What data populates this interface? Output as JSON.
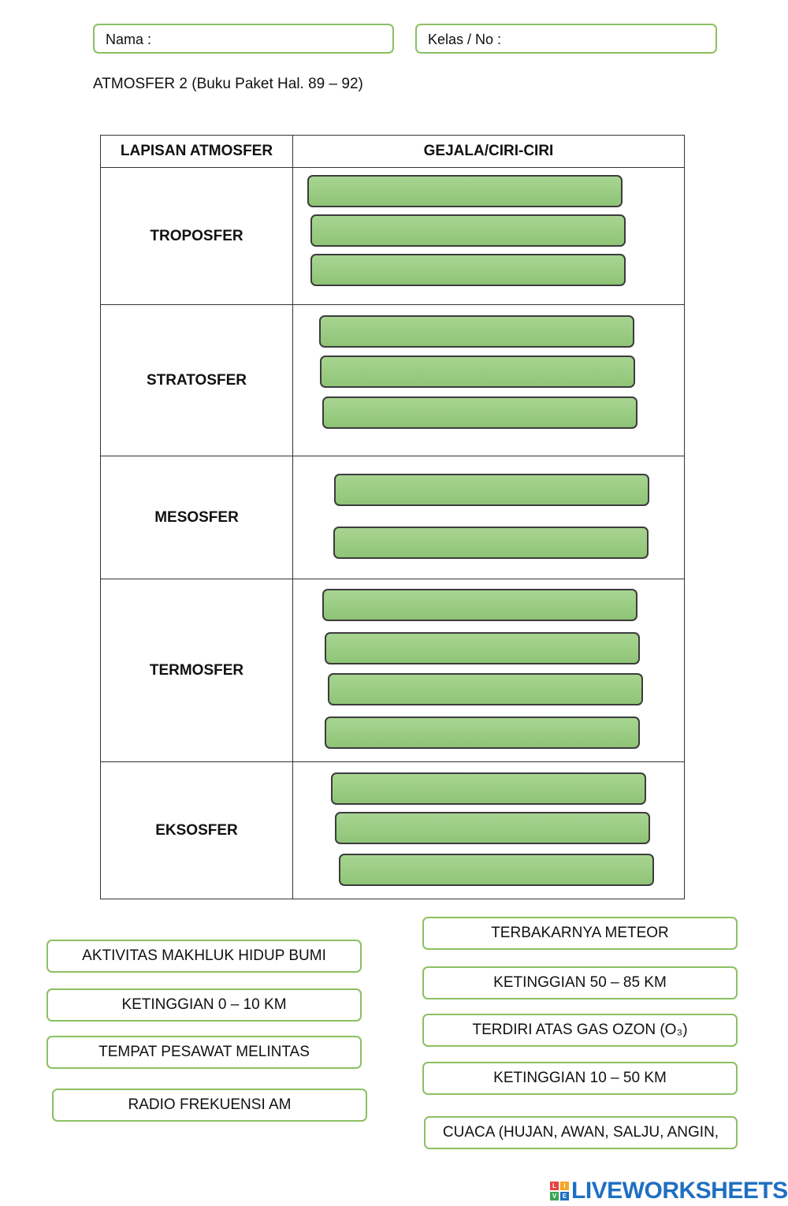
{
  "header": {
    "name_label": "Nama :",
    "class_label": "Kelas / No :"
  },
  "subtitle": "ATMOSFER 2 (Buku Paket Hal. 89 – 92)",
  "table": {
    "col1_header": "LAPISAN ATMOSFER",
    "col2_header": "GEJALA/CIRI-CIRI",
    "rows": [
      {
        "layer": "TROPOSFER",
        "slots": 3
      },
      {
        "layer": "STRATOSFER",
        "slots": 3
      },
      {
        "layer": "MESOSFER",
        "slots": 2
      },
      {
        "layer": "TERMOSFER",
        "slots": 4
      },
      {
        "layer": "EKSOSFER",
        "slots": 3
      }
    ]
  },
  "answers_left": [
    "AKTIVITAS MAKHLUK HIDUP BUMI",
    "KETINGGIAN 0 – 10 KM",
    "TEMPAT PESAWAT MELINTAS",
    "RADIO FREKUENSI AM"
  ],
  "answers_right": [
    "TERBAKARNYA METEOR",
    "KETINGGIAN 50 – 85 KM",
    "TERDIRI ATAS GAS OZON (O₃)",
    "KETINGGIAN 10 – 50 KM",
    "CUACA (HUJAN, AWAN, SALJU, ANGIN,"
  ],
  "logo": {
    "icon_letters": [
      "L",
      "I",
      "V",
      "E"
    ],
    "icon_colors": [
      "#e8433f",
      "#f6a623",
      "#3aa655",
      "#1f6fc2"
    ],
    "text": "LIVEWORKSHEETS"
  }
}
